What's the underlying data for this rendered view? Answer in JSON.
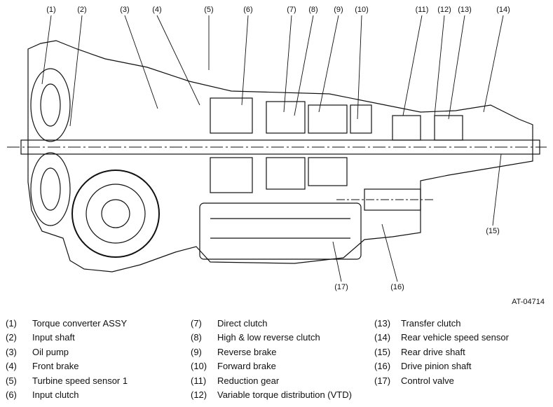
{
  "figure_id": "AT-04714",
  "callouts": [
    "(1)",
    "(2)",
    "(3)",
    "(4)",
    "(5)",
    "(6)",
    "(7)",
    "(8)",
    "(9)",
    "(10)",
    "(11)",
    "(12)",
    "(13)",
    "(14)",
    "(15)",
    "(16)",
    "(17)"
  ],
  "legend": [
    {
      "num": "(1)",
      "label": "Torque converter ASSY"
    },
    {
      "num": "(2)",
      "label": "Input shaft"
    },
    {
      "num": "(3)",
      "label": "Oil pump"
    },
    {
      "num": "(4)",
      "label": "Front brake"
    },
    {
      "num": "(5)",
      "label": "Turbine speed sensor 1"
    },
    {
      "num": "(6)",
      "label": "Input clutch"
    },
    {
      "num": "(7)",
      "label": "Direct clutch"
    },
    {
      "num": "(8)",
      "label": "High & low reverse clutch"
    },
    {
      "num": "(9)",
      "label": "Reverse brake"
    },
    {
      "num": "(10)",
      "label": "Forward brake"
    },
    {
      "num": "(11)",
      "label": "Reduction gear"
    },
    {
      "num": "(12)",
      "label": "Variable torque distribution (VTD)"
    },
    {
      "num": "(13)",
      "label": "Transfer clutch"
    },
    {
      "num": "(14)",
      "label": "Rear vehicle speed sensor"
    },
    {
      "num": "(15)",
      "label": "Rear drive shaft"
    },
    {
      "num": "(16)",
      "label": "Drive pinion shaft"
    },
    {
      "num": "(17)",
      "label": "Control valve"
    }
  ]
}
